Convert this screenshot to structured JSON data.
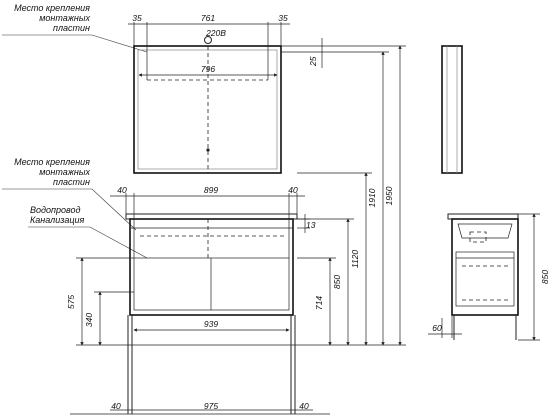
{
  "labels": {
    "mount_plates_1": [
      "Место крепления",
      "монтажных",
      "пластин"
    ],
    "mount_plates_2": [
      "Место крепления",
      "монтажных",
      "пластин"
    ],
    "plumbing": [
      "Водопровод",
      "Канализация"
    ],
    "voltage": "220В"
  },
  "dims": {
    "mirror_left": "35",
    "mirror_mid": "761",
    "mirror_right": "35",
    "mirror_width": "796",
    "mirror_offset": "25",
    "vanity_left": "40",
    "vanity_mid": "899",
    "vanity_right": "40",
    "basin_offset": "13",
    "drawer_width": "939",
    "h714": "714",
    "h850": "850",
    "h1120": "1120",
    "h1910": "1910",
    "h1950": "1950",
    "h575": "575",
    "h340": "340",
    "bottom_left": "40",
    "bottom_mid": "975",
    "bottom_right": "40",
    "side_850": "850",
    "side_60": "60"
  }
}
